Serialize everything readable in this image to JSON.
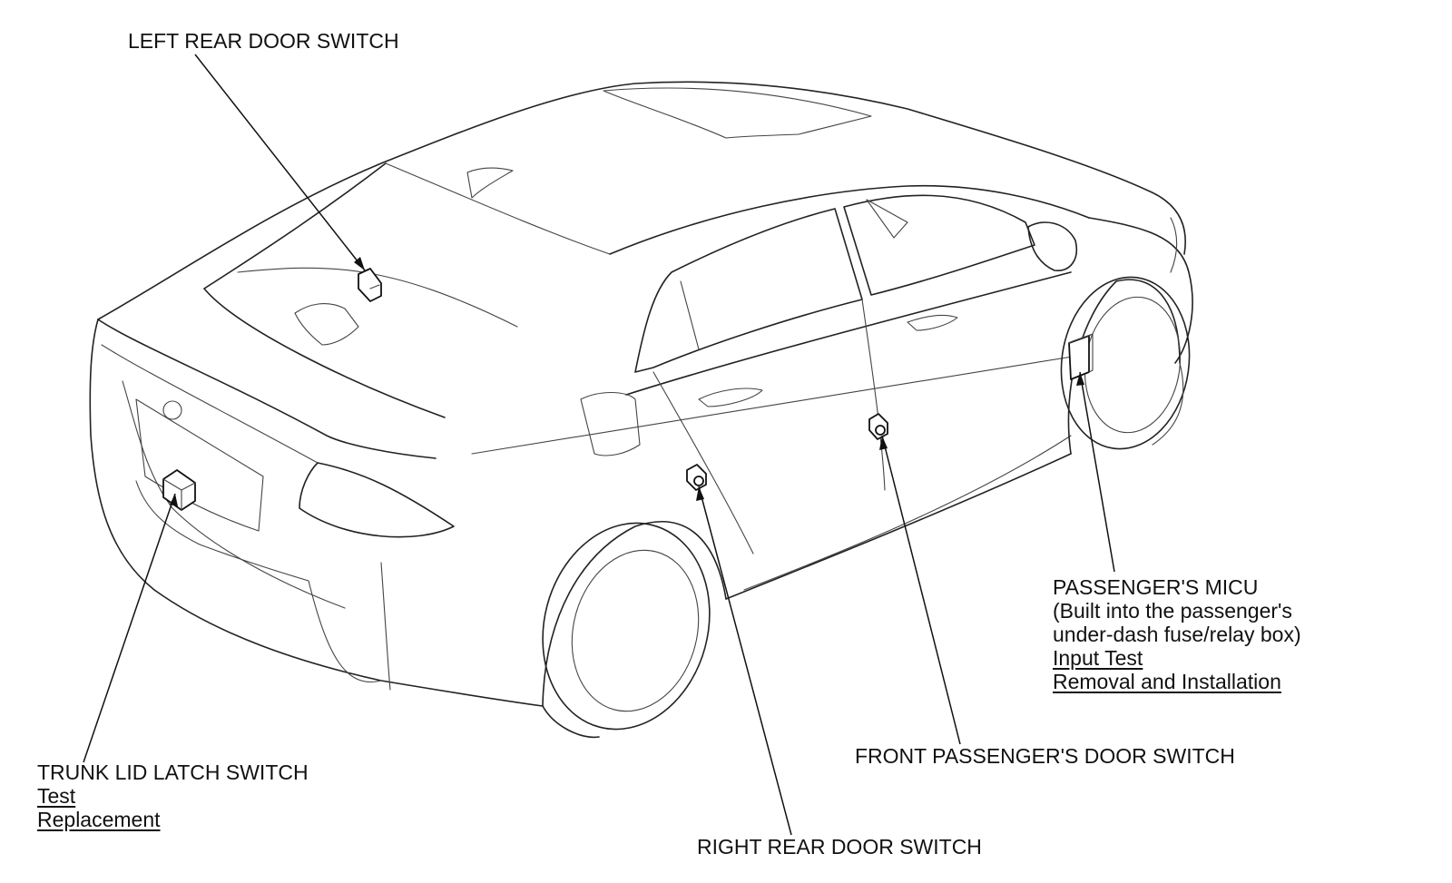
{
  "labels": {
    "left_rear_door_switch": "LEFT REAR DOOR SWITCH",
    "trunk_lid_latch_switch": {
      "title": "TRUNK LID LATCH SWITCH",
      "links": [
        "Test",
        "Replacement"
      ]
    },
    "right_rear_door_switch": "RIGHT REAR DOOR SWITCH",
    "front_passengers_door_switch": "FRONT PASSENGER'S DOOR SWITCH",
    "passengers_micu": {
      "title": "PASSENGER'S MICU",
      "note_line1": "(Built into the passenger's",
      "note_line2": "under-dash fuse/relay box)",
      "links": [
        "Input Test",
        "Removal and Installation"
      ]
    }
  },
  "colors": {
    "line": "#222222",
    "text": "#111111",
    "background": "#ffffff"
  }
}
